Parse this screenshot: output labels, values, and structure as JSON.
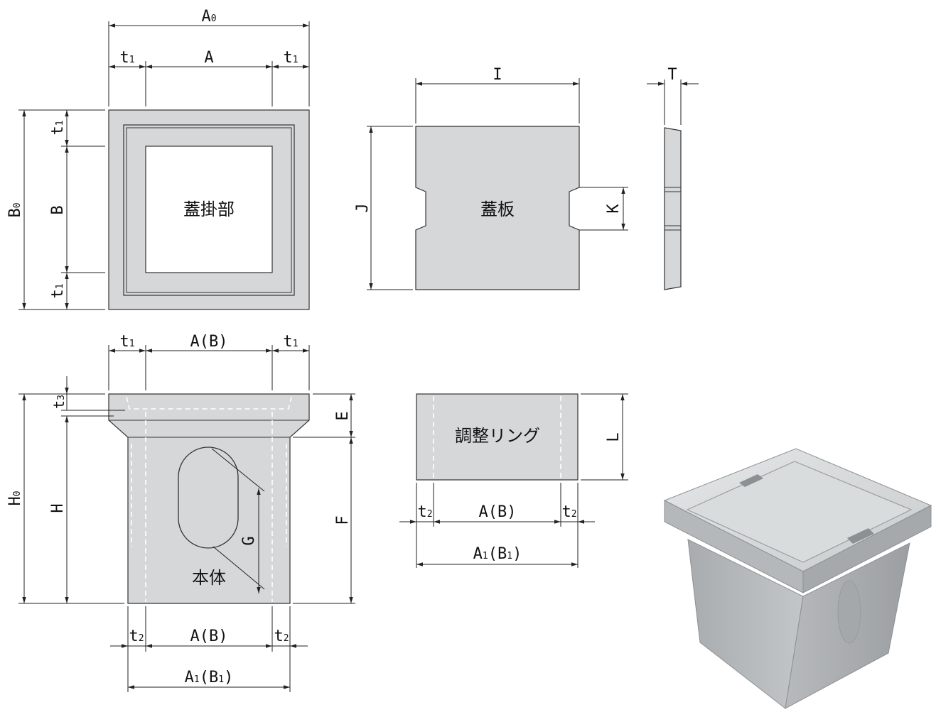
{
  "part_names": {
    "lid_seat": "蓋掛部",
    "lid": "蓋板",
    "ring": "調整リング",
    "body": "本体"
  },
  "dim_labels": {
    "A0": "A",
    "A0_sub": "0",
    "B0": "B",
    "B0_sub": "0",
    "A": "A",
    "B": "B",
    "t1": "t",
    "t1_sub": "1",
    "t2": "t",
    "t2_sub": "2",
    "t3": "t",
    "t3_sub": "3",
    "AB": "A(B)",
    "A1": "A",
    "A1_sub": "1",
    "A1_rest": "(B",
    "A1_sub2": "1",
    "A1_close": ")",
    "H0": "H",
    "H0_sub": "0",
    "H": "H",
    "E": "E",
    "F": "F",
    "G": "G",
    "I": "I",
    "J": "J",
    "K": "K",
    "T": "T",
    "L": "L"
  },
  "colors": {
    "concrete": "#d6d7d9",
    "line": "#222222"
  }
}
